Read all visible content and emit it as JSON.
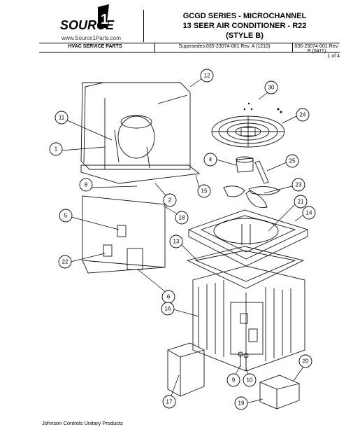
{
  "header": {
    "brand_word": "SOURCE",
    "brand_numeral": "1",
    "website": "www.Source1Parts.com",
    "title_line1": "GCGD SERIES - MICROCHANNEL",
    "title_line2": "13 SEER  AIR CONDITIONER - R22",
    "title_line3": "(STYLE B)",
    "section_label": "HVAC SERVICE PARTS",
    "supersedes": "Supersedes:035-23074-001 Rev. A (1210)",
    "doc_rev": "035-23074-001 Rev. B (0411)",
    "page_of": "1 of  4"
  },
  "callouts": [
    "12",
    "30",
    "11",
    "24",
    "1",
    "4",
    "25",
    "8",
    "2",
    "15",
    "23",
    "21",
    "5",
    "18",
    "14",
    "13",
    "22",
    "6",
    "16",
    "20",
    "9",
    "10",
    "17",
    "19"
  ],
  "footer": {
    "company": "Johnson Controls Unitary Products"
  }
}
